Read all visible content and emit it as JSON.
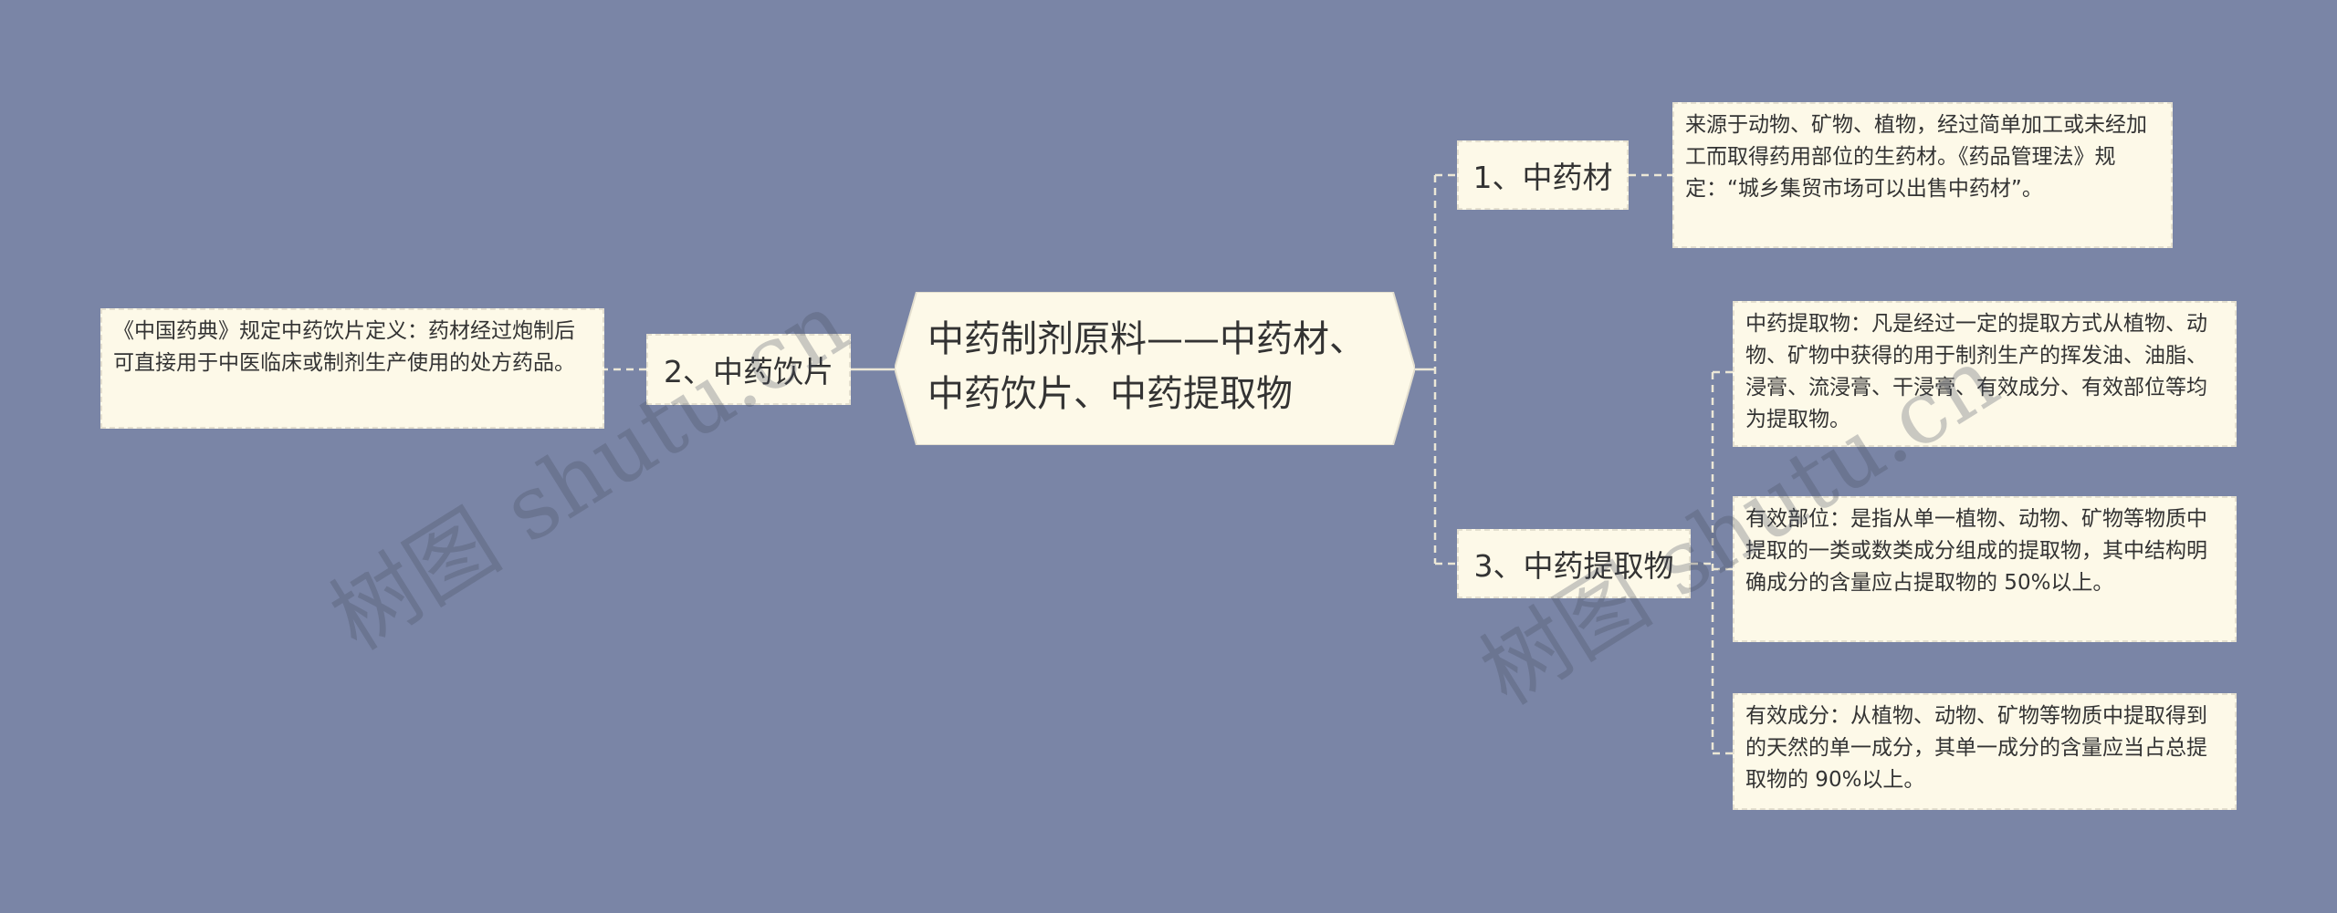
{
  "center": {
    "title": "中药制剂原料——中药材、中药饮片、中药提取物"
  },
  "branches": [
    {
      "label": "1、中药材",
      "leaves": [
        "来源于动物、矿物、植物，经过简单加工或未经加工而取得药用部位的生药材。《药品管理法》规定：“城乡集贸市场可以出售中药材”。"
      ]
    },
    {
      "label": "2、中药饮片",
      "leaves": [
        "《中国药典》规定中药饮片定义：药材经过炮制后可直接用于中医临床或制剂生产使用的处方药品。"
      ]
    },
    {
      "label": "3、中药提取物",
      "leaves": [
        "中药提取物：凡是经过一定的提取方式从植物、动物、矿物中获得的用于制剂生产的挥发油、油脂、浸膏、流浸膏、干浸膏、有效成分、有效部位等均为提取物。",
        "有效部位：是指从单一植物、动物、矿物等物质中提取的一类或数类成分组成的提取物，其中结构明确成分的含量应占提取物的 50%以上。",
        "有效成分：从植物、动物、矿物等物质中提取得到的天然的单一成分，其单一成分的含量应当占总提取物的 90%以上。"
      ]
    }
  ],
  "watermark": "树图 shutu.cn",
  "colors": {
    "background": "#7a85a6",
    "node_fill": "#fdf9e8",
    "connector": "#ece7d6"
  }
}
